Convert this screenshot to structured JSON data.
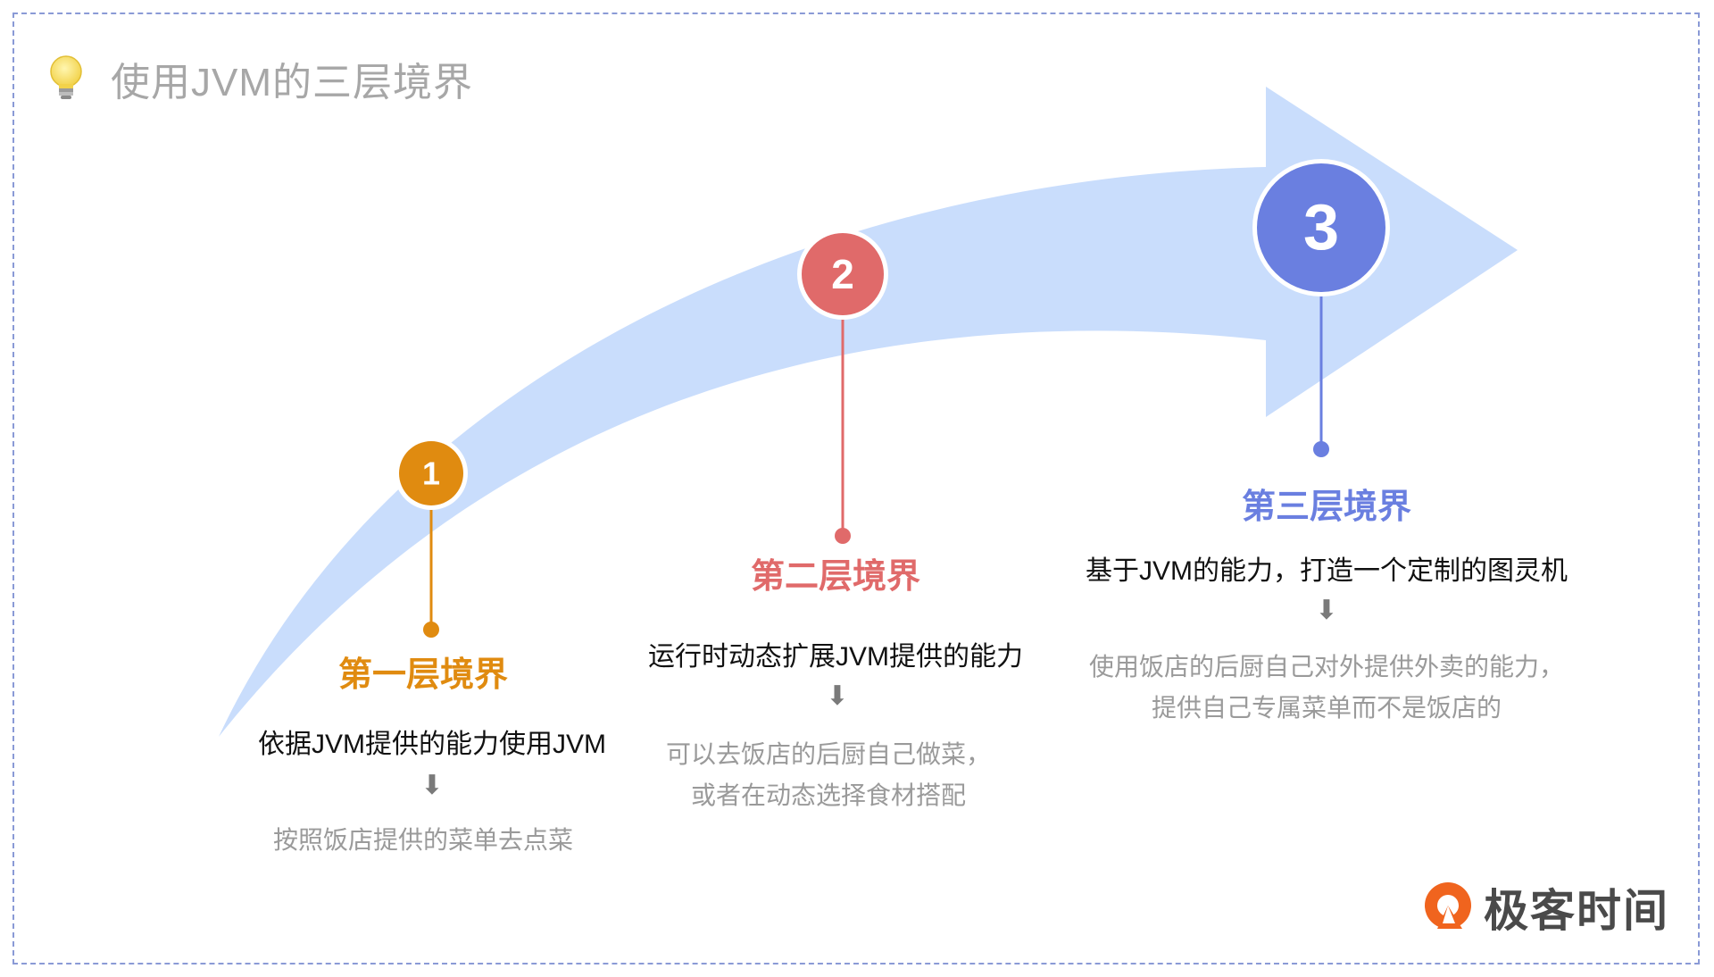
{
  "title": "使用JVM的三层境界",
  "colors": {
    "arrow": "#c9ddfc",
    "stage1": "#e08b10",
    "stage2": "#e06a6a",
    "stage3": "#6a7fe0",
    "frame": "#8a9ad6",
    "desc": "#111111",
    "example": "#9a9a9a"
  },
  "icons": {
    "title": "lightbulb-icon",
    "step_arrow": "down-arrow-icon",
    "brand": "geektime-logo-icon"
  },
  "stages": [
    {
      "number": "1",
      "title": "第一层境界",
      "desc": "依据JVM提供的能力使用JVM",
      "arrow": "⬇",
      "example": [
        "按照饭店提供的菜单去点菜"
      ]
    },
    {
      "number": "2",
      "title": "第二层境界",
      "desc": "运行时动态扩展JVM提供的能力",
      "arrow": "⬇",
      "example": [
        "可以去饭店的后厨自己做菜，",
        "或者在动态选择食材搭配"
      ]
    },
    {
      "number": "3",
      "title": "第三层境界",
      "desc": "基于JVM的能力，打造一个定制的图灵机",
      "arrow": "⬇",
      "example": [
        "使用饭店的后厨自己对外提供外卖的能力，",
        "提供自己专属菜单而不是饭店的"
      ]
    }
  ],
  "brand": {
    "name": "极客时间"
  }
}
